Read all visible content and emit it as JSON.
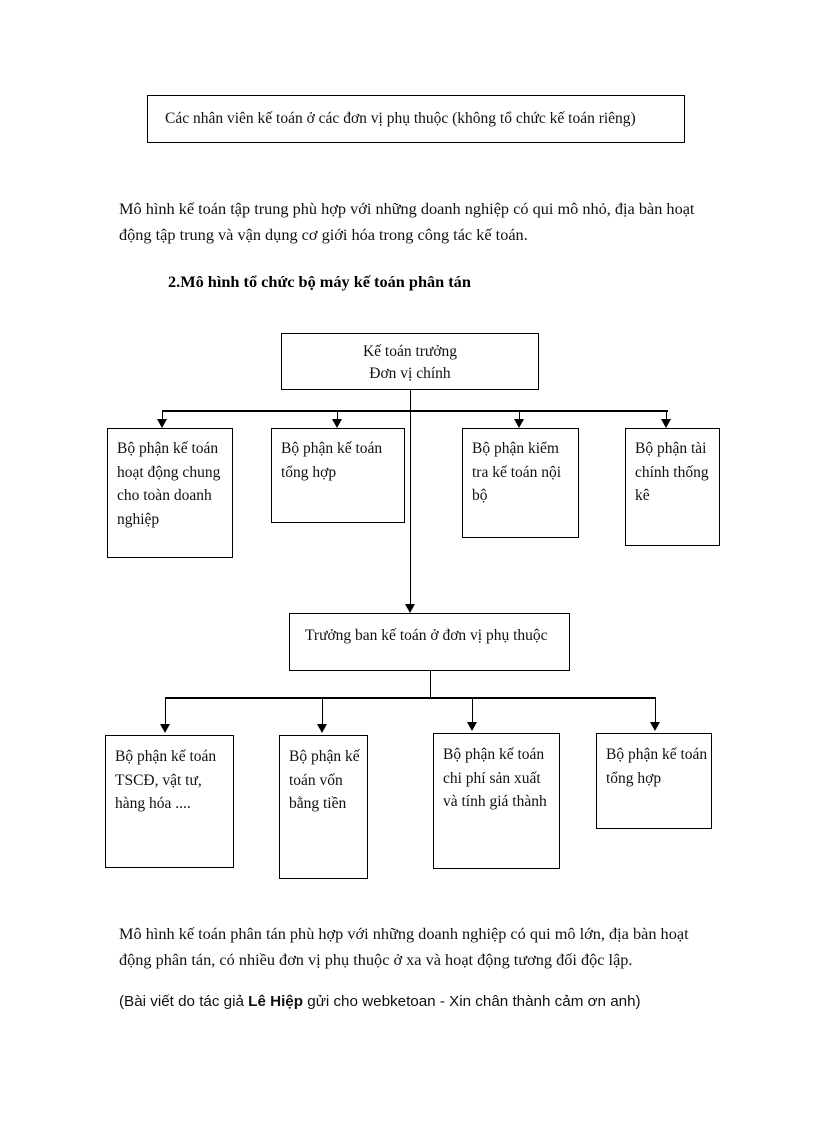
{
  "document": {
    "header_box": "Các nhân viên kế toán ở các đơn vị phụ thuộc (không tổ chức kế toán riêng)",
    "paragraph_top": "Mô hình kế toán tập trung phù hợp với những doanh nghiệp có qui mô nhỏ, địa bàn hoạt động tập trung và vận dụng cơ giới hóa trong công tác kế toán.",
    "heading_2": "2.Mô hình tổ chức bộ máy kế toán phân tán",
    "paragraph_bottom": "Mô hình kế toán phân tán phù hợp với những doanh nghiệp có qui mô lớn, địa bàn hoạt động phân tán, có nhiều đơn vị phụ thuộc ở xa và hoạt động tương đối độc lập.",
    "credit": {
      "prefix": "(Bài viết do tác giả ",
      "author": "Lê Hiệp",
      "suffix": " gửi cho webketoan - Xin chân thành cảm ơn anh)"
    }
  },
  "org_chart": {
    "root": "Kế toán trưởng\nĐơn vị chính",
    "level1": [
      "Bộ phận kế toán hoạt động chung cho toàn doanh nghiệp",
      "Bộ phận kế toán tổng hợp",
      "Bộ phận kiểm tra kế toán nội bộ",
      "Bộ phận tài chính thống kê"
    ],
    "middle": "Trưởng ban kế toán ở đơn vị phụ thuộc",
    "level2": [
      "Bộ phận kế toán TSCĐ, vật tư, hàng hóa ....",
      "Bộ phận kế toán vốn bằng tiền",
      "Bộ phận kế toán chi phí sản xuất và tính giá thành",
      "Bộ phận kế toán tổng hợp"
    ]
  }
}
